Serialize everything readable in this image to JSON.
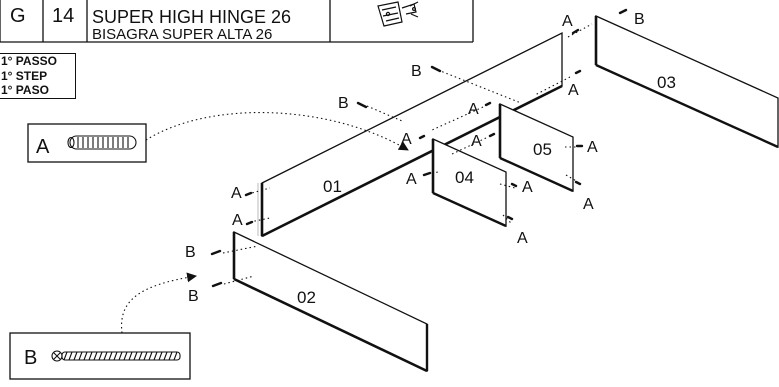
{
  "parts_table": {
    "letter": "G",
    "qty": "14",
    "name_en": "SUPER HIGH HINGE 26",
    "name_it": "BISAGRA SUPER ALTA 26"
  },
  "step": {
    "it": "1° PASSO",
    "en": "1° STEP",
    "es": "1° PASO"
  },
  "hardware": {
    "a_letter": "A",
    "b_letter": "B"
  },
  "panels": {
    "p01": "01",
    "p02": "02",
    "p03": "03",
    "p04": "04",
    "p05": "05"
  },
  "callouts": {
    "a": "A",
    "b": "B"
  },
  "colors": {
    "line": "#111111",
    "panel_edge": "#bbbbbb"
  }
}
